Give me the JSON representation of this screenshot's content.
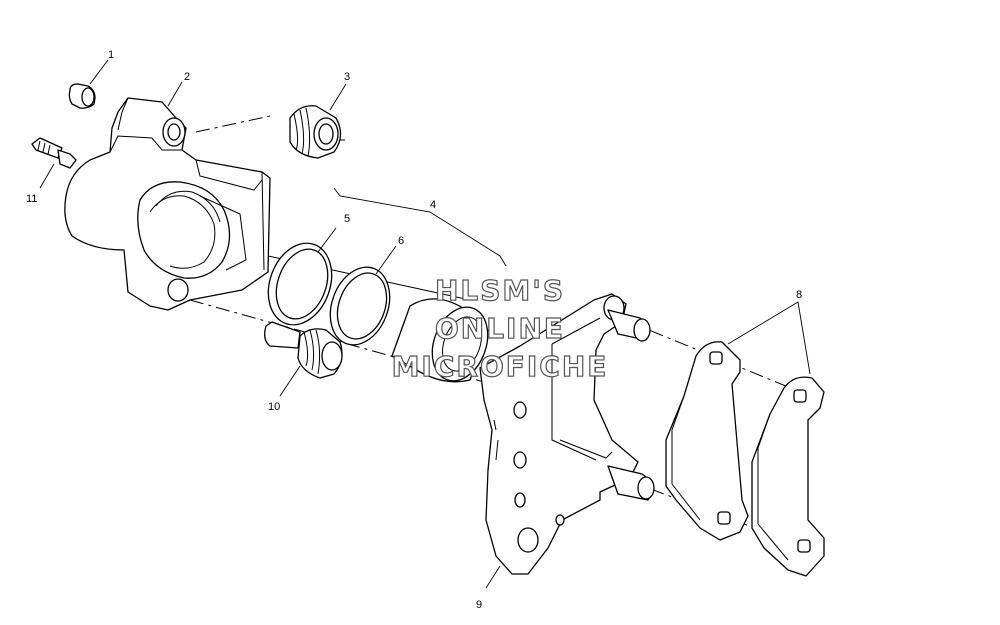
{
  "watermark": {
    "line1": "HLSM'S",
    "line2": "ONLINE",
    "line3": "MICROFICHE"
  },
  "callouts": {
    "c1": "1",
    "c2": "2",
    "c3": "3",
    "c4": "4",
    "c5": "5",
    "c6": "6",
    "c8": "8",
    "c9": "9",
    "c10": "10",
    "c11": "11"
  },
  "colors": {
    "line": "#000000",
    "background": "#ffffff",
    "watermark_outline": "#555555"
  }
}
